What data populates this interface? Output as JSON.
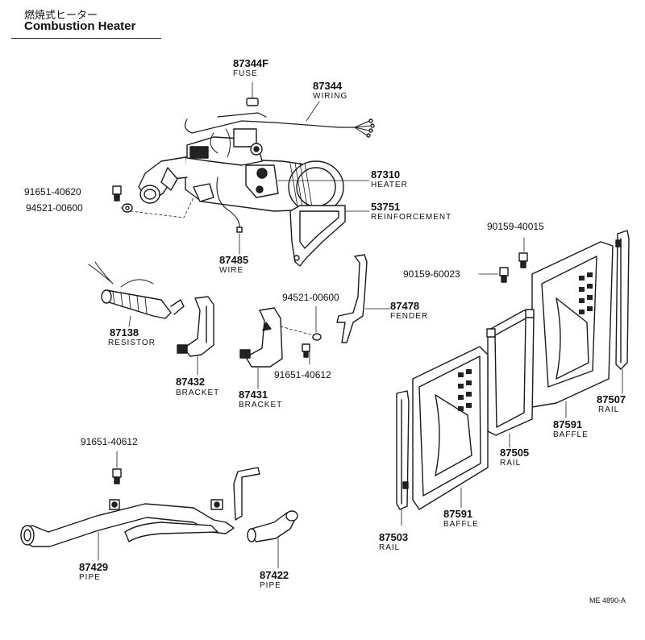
{
  "header": {
    "title_jp": "燃焼式ヒーター",
    "title_en": "Combustion Heater"
  },
  "parts": {
    "p87344F": {
      "number": "87344F",
      "name": "FUSE"
    },
    "p87344": {
      "number": "87344",
      "name": "WIRING"
    },
    "p87310": {
      "number": "87310",
      "name": "HEATER"
    },
    "p53751": {
      "number": "53751",
      "name": "REINFORCEMENT"
    },
    "p87485": {
      "number": "87485",
      "name": "WIRE"
    },
    "p87138": {
      "number": "87138",
      "name": "RESISTOR"
    },
    "p87432": {
      "number": "87432",
      "name": "BRACKET"
    },
    "p87431": {
      "number": "87431",
      "name": "BRACKET"
    },
    "p87478": {
      "number": "87478",
      "name": "FENDER"
    },
    "p87507": {
      "number": "87507",
      "name": "RAIL"
    },
    "p87591a": {
      "number": "87591",
      "name": "BAFFLE"
    },
    "p87505": {
      "number": "87505",
      "name": "RAIL"
    },
    "p87591b": {
      "number": "87591",
      "name": "BAFFLE"
    },
    "p87503": {
      "number": "87503",
      "name": "RAIL"
    },
    "p87429": {
      "number": "87429",
      "name": "PIPE"
    },
    "p87422": {
      "number": "87422",
      "name": "PIPE"
    }
  },
  "fasteners": {
    "f91651_40620": "91651-40620",
    "f94521_00600a": "94521-00600",
    "f94521_00600b": "94521-00600",
    "f91651_40612a": "91651-40612",
    "f91651_40612b": "91651-40612",
    "f90159_40015": "90159-40015",
    "f90159_60023": "90159-60023"
  },
  "drawing_code": "ME 4890-A"
}
